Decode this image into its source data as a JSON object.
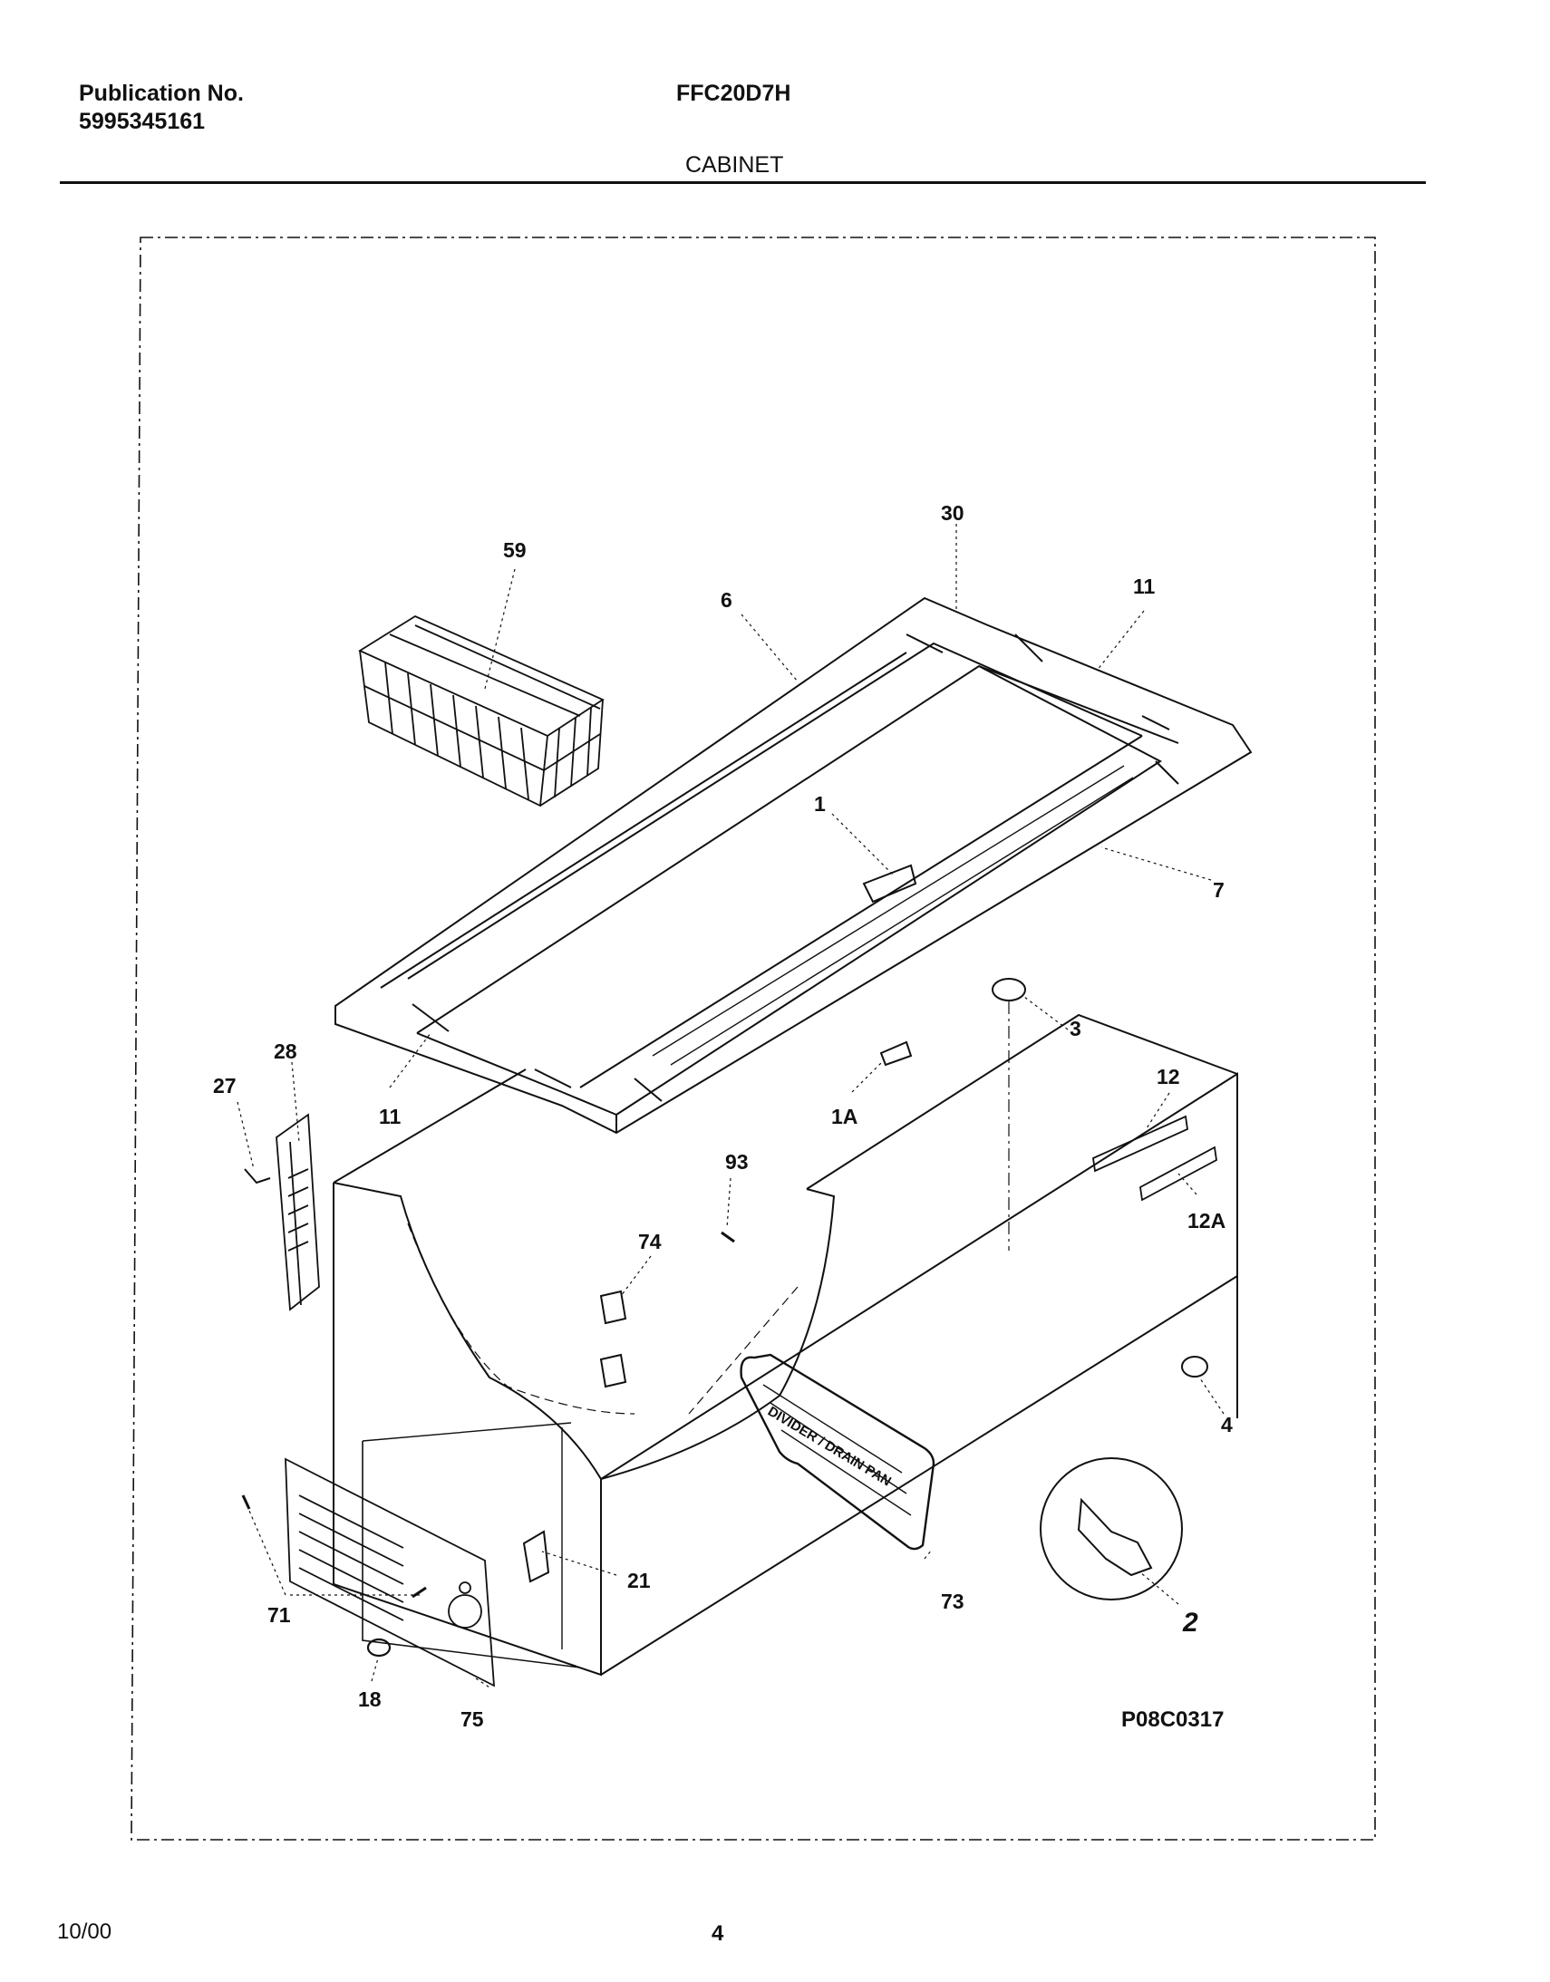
{
  "header": {
    "publication_label": "Publication No.",
    "publication_number": "5995345161",
    "model": "FFC20D7H",
    "section_title": "CABINET"
  },
  "diagram": {
    "reference_code": "P08C0317",
    "drain_pan_text": "DIVIDER / DRAIN PAN",
    "callouts": [
      "59",
      "30",
      "6",
      "11",
      "1",
      "7",
      "3",
      "28",
      "27",
      "11",
      "1A",
      "12",
      "93",
      "74",
      "12A",
      "4",
      "71",
      "21",
      "73",
      "2",
      "18",
      "75"
    ]
  },
  "footer": {
    "date": "10/00",
    "page_number": "4"
  }
}
